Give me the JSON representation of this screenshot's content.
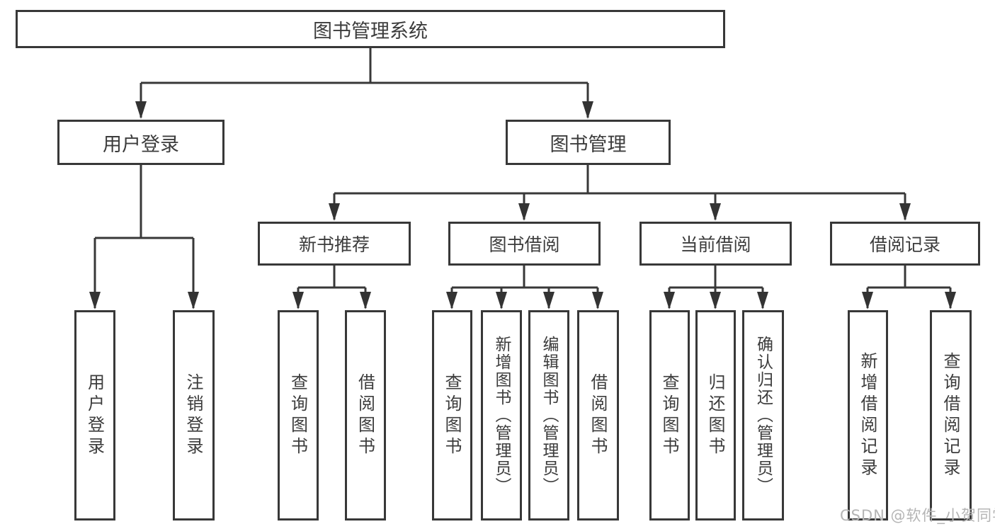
{
  "colors": {
    "line": "#383838",
    "box_border": "#383838",
    "text": "#3c3c3c",
    "watermark": "#b5b5b5",
    "background": "#ffffff"
  },
  "tree": {
    "root": {
      "label": "图书管理系统"
    },
    "branches": [
      {
        "label": "用户登录",
        "leaves": [
          {
            "label": "用户登录"
          },
          {
            "label": "注销登录"
          }
        ]
      },
      {
        "label": "图书管理",
        "groups": [
          {
            "label": "新书推荐",
            "leaves": [
              {
                "label": "查询图书"
              },
              {
                "label": "借阅图书"
              }
            ]
          },
          {
            "label": "图书借阅",
            "leaves": [
              {
                "label": "查询图书"
              },
              {
                "label": "新增图书（管理员）"
              },
              {
                "label": "编辑图书（管理员）"
              },
              {
                "label": "借阅图书"
              }
            ]
          },
          {
            "label": "当前借阅",
            "leaves": [
              {
                "label": "查询图书"
              },
              {
                "label": "归还图书"
              },
              {
                "label": "确认归还（管理员）"
              }
            ]
          },
          {
            "label": "借阅记录",
            "leaves": [
              {
                "label": "新增借阅记录"
              },
              {
                "label": "查询借阅记录"
              }
            ]
          }
        ]
      }
    ]
  },
  "watermark": "CSDN @软件_小贺同学"
}
